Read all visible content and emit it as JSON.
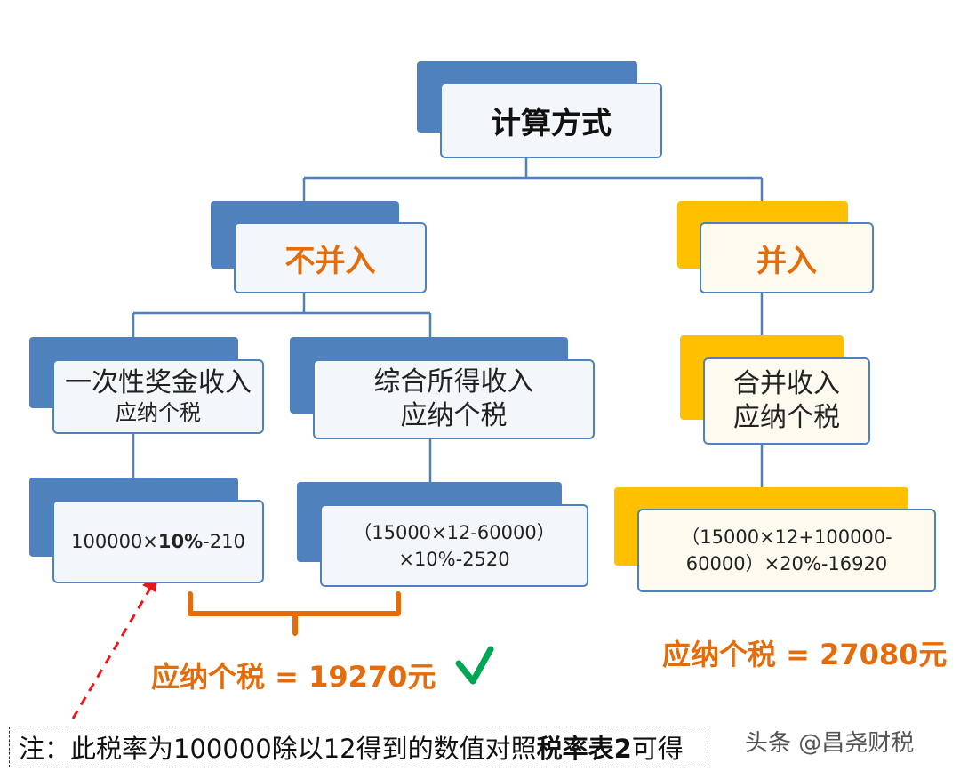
{
  "root": {
    "label": "计算方式"
  },
  "branches": {
    "separate": {
      "label": "不并入"
    },
    "merged": {
      "label": "并入"
    }
  },
  "nodes": {
    "bonus": {
      "line1": "一次性奖金收入",
      "line2": "应纳个税"
    },
    "comprehensive": {
      "line1": "综合所得收入",
      "line2": "应纳个税"
    },
    "combined": {
      "line1": "合并收入",
      "line2": "应纳个税"
    }
  },
  "formulas": {
    "bonus": {
      "prefix": "100000×",
      "rate": "10%",
      "suffix": "-210"
    },
    "comprehensive": {
      "line1": "（15000×12-60000）",
      "line2": "×10%-2520"
    },
    "combined": {
      "line1": "（15000×12+100000-",
      "line2": "60000）×20%-16920"
    }
  },
  "results": {
    "separate": "应纳个税 = 19270元",
    "merged": "应纳个税 = 27080元"
  },
  "checkmark": "✓",
  "note": {
    "prefix": "注：此税率为100000除以12得到的数值对照",
    "bold": "税率表2",
    "suffix": "可得"
  },
  "watermark": "头条 @昌尧财税",
  "colors": {
    "blue": "#4f81bd",
    "gold": "#ffc000",
    "orange": "#e46c0a",
    "green": "#00a651",
    "red": "#e31a1c"
  }
}
